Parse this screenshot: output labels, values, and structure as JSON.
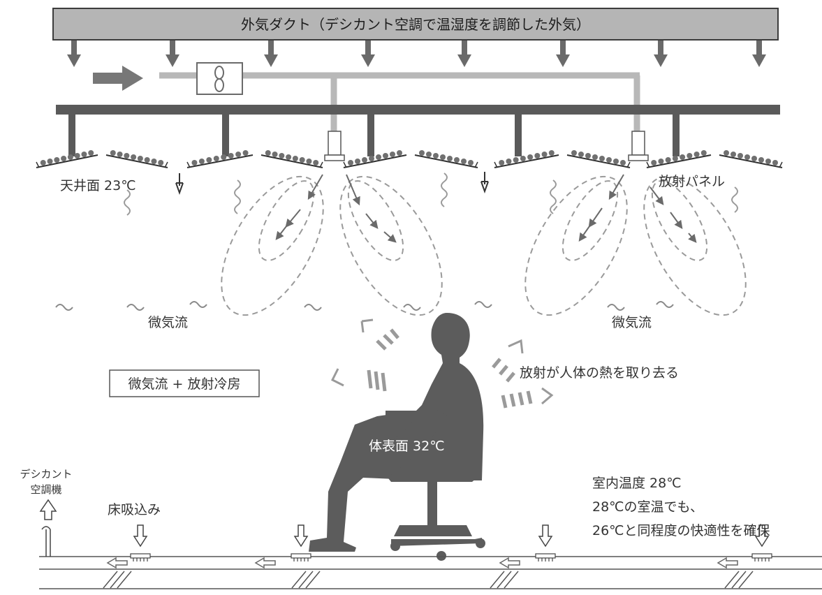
{
  "duct": {
    "title": "外気ダクト（デシカント空調で温湿度を調節した外気）"
  },
  "labels": {
    "ceiling_surface": "天井面 23℃",
    "radiant_panel": "放射パネル",
    "micro_airflow_left": "微気流",
    "micro_airflow_right": "微気流",
    "combo_box": "微気流 + 放射冷房",
    "radiation_note": "放射が人体の熱を取り去る",
    "body_surface": "体表面 32℃",
    "room_temp": "室内温度 28℃",
    "comfort_line1": "28℃の室温でも、",
    "comfort_line2": "26℃と同程度の快適性を確保",
    "floor_intake": "床吸込み",
    "desiccant_unit_line1": "デシカント",
    "desiccant_unit_line2": "空調機"
  },
  "colors": {
    "duct_fill": "#b5b5b5",
    "dark": "#5a5a5a",
    "pipe": "#b8b8b8",
    "dashed": "#9a9a9a",
    "person": "#5c5c5c"
  }
}
